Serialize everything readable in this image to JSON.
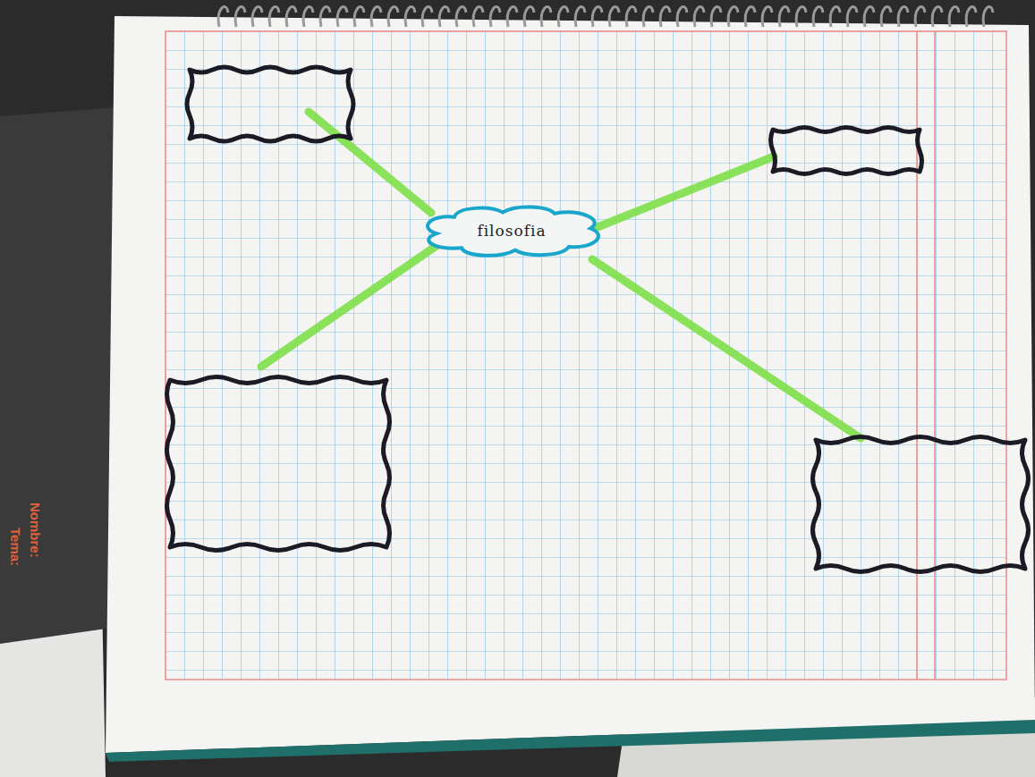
{
  "diagram": {
    "nodes": [
      {
        "text": [
          "filosofia"
        ]
      }
    ],
    "labels": [
      "Nombre:",
      "Tema:"
    ]
  }
}
